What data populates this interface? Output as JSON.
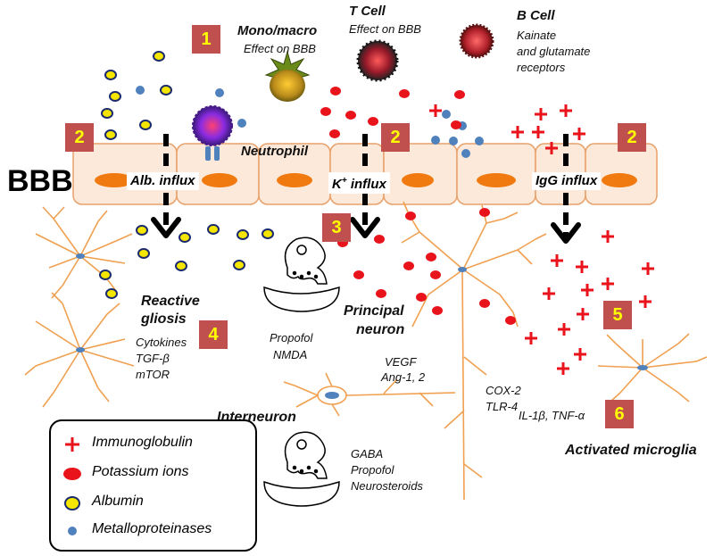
{
  "bbb_label": "BBB",
  "markers": {
    "m1": "1",
    "m2": "2",
    "m3": "3",
    "m4": "4",
    "m5": "5",
    "m6": "6"
  },
  "cells": {
    "mono_title": "Mono/macro",
    "mono_sub": "Effect on BBB",
    "tcell_title": "T Cell",
    "tcell_sub": "Effect on BBB",
    "bcell_title": "B Cell",
    "bcell_sub1": "Kainate",
    "bcell_sub2": "and glutamate",
    "bcell_sub3": "receptors",
    "neutrophil": "Neutrophil"
  },
  "influx": {
    "albumin": "Alb. influx",
    "potassium_prefix": "K",
    "potassium_sup": "+",
    "potassium_suffix": " influx",
    "igg": "IgG influx"
  },
  "labels": {
    "reactive1": "Reactive",
    "reactive2": "gliosis",
    "cyto1": "Cytokines",
    "cyto2": "TGF-β",
    "cyto3": "mTOR",
    "propofol1": "Propofol",
    "propofol2": "NMDA",
    "principal1": "Principal",
    "principal2": "neuron",
    "vegf1": "VEGF",
    "vegf2": "Ang-1, 2",
    "cox1": "COX-2",
    "cox2": "TLR-4",
    "interneuron": "Interneuron",
    "gaba1": "GABA",
    "gaba2": "Propofol",
    "gaba3": "Neurosteroids",
    "il": "IL-1β, TNF-α",
    "microglia": "Activated microglia"
  },
  "legend": {
    "items": [
      {
        "label": "Immunoglobulin",
        "symbol": "plus",
        "color": "#e8131b"
      },
      {
        "label": "Potassium ions",
        "symbol": "red-ellipse",
        "color": "#e8131b"
      },
      {
        "label": "Albumin",
        "symbol": "yellow-ring",
        "color": "#f5e600"
      },
      {
        "label": "Metalloproteinases",
        "symbol": "blue-dot",
        "color": "#4f81bd"
      }
    ]
  },
  "colors": {
    "marker_fill": "#c0504d",
    "marker_text": "#ffff00",
    "cell_fill": "#fde9d9",
    "nucleus": "#f07a10",
    "neuron": "#f0a050",
    "potassium": "#e8131b",
    "albumin_ring": "#f5e600",
    "albumin_border": "#1a2a6c",
    "metallo": "#4f81bd",
    "igg": "#e8131b"
  }
}
